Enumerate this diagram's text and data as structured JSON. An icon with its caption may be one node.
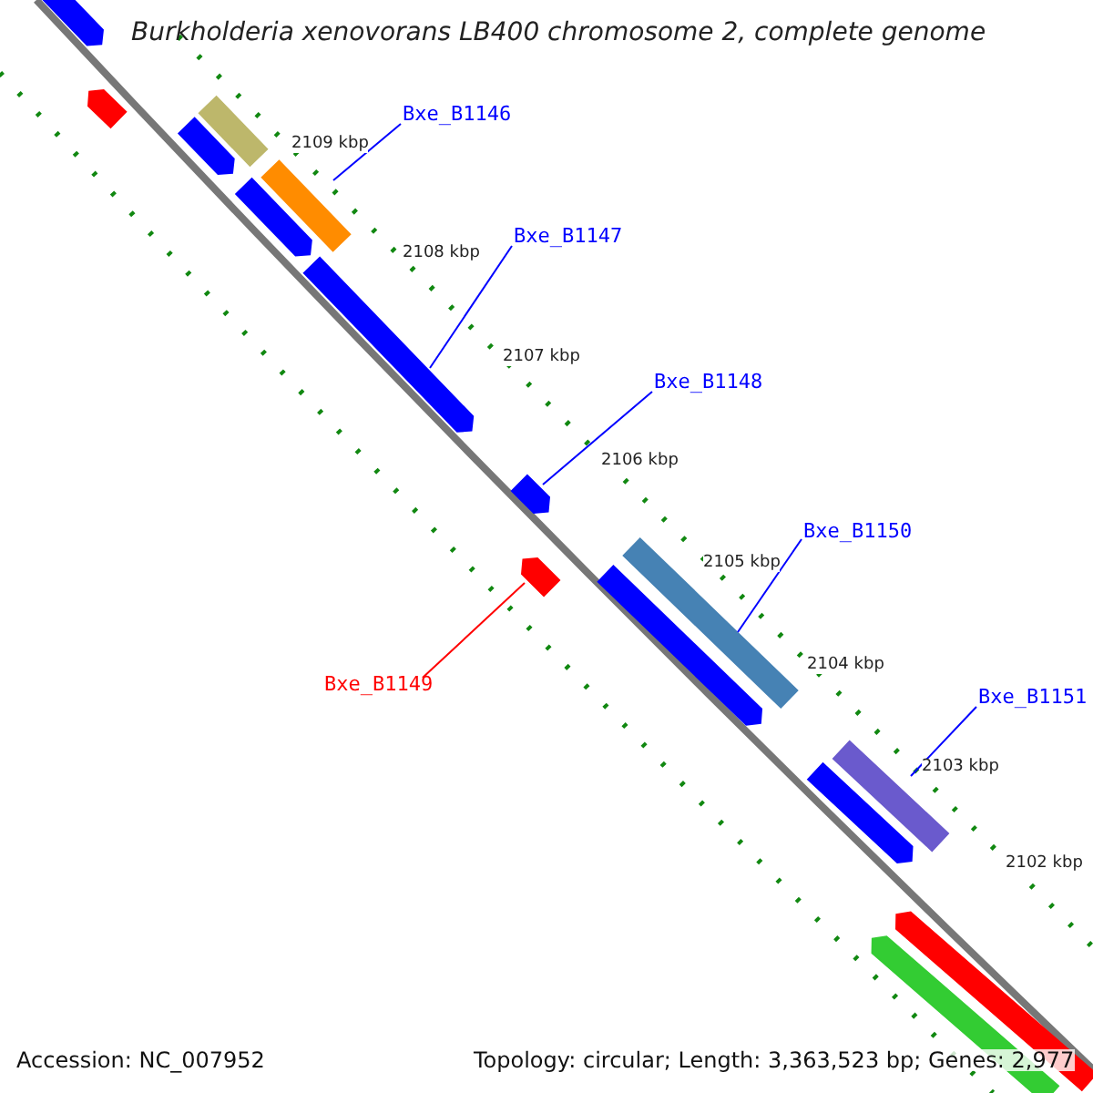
{
  "diagram": {
    "title": "Burkholderia xenovorans LB400 chromosome 2, complete genome",
    "nodes": [
      {
        "text": [
          "Bxe_B1146"
        ]
      },
      {
        "text": [],
        "shape": "bar"
      },
      {
        "text": [
          "Bxe_B1147"
        ]
      },
      {
        "text": [],
        "shape": "bar"
      },
      {
        "text": [
          "Bxe_B1148"
        ]
      },
      {
        "text": [],
        "shape": "bar"
      },
      {
        "text": [
          "Bxe_B1150"
        ]
      },
      {
        "text": [],
        "shape": "bar"
      },
      {
        "text": [
          "Bxe_B1149"
        ]
      },
      {
        "text": [],
        "shape": "bar"
      },
      {
        "text": [
          "Bxe_B1151"
        ]
      },
      {
        "text": [],
        "shape": "bar"
      },
      {
        "text": [],
        "shape": "bar"
      },
      {
        "text": [],
        "shape": "bar"
      },
      {
        "text": [],
        "shape": "bar"
      },
      {
        "text": [],
        "shape": "bar"
      },
      {
        "text": [],
        "shape": "bar"
      },
      {
        "text": [],
        "shape": "bar"
      },
      {
        "text": [],
        "shape": "bar"
      },
      {
        "text": [],
        "shape": "bar"
      },
      {
        "text": [],
        "shape": "bar"
      }
    ],
    "edges": [
      {
        "from": 0,
        "to": 1,
        "arrow": "none"
      },
      {
        "from": 2,
        "to": 3,
        "arrow": "none"
      },
      {
        "from": 4,
        "to": 5,
        "arrow": "none"
      },
      {
        "from": 6,
        "to": 7,
        "arrow": "none"
      },
      {
        "from": 8,
        "to": 9,
        "arrow": "none",
        "color": "#ff0000"
      },
      {
        "from": 10,
        "to": 11,
        "arrow": "none"
      }
    ],
    "labels": [
      "2109 kbp",
      "2108 kbp",
      "2107 kbp",
      "2106 kbp",
      "2105 kbp",
      "2104 kbp",
      "2103 kbp",
      "2102 kbp",
      "Accession: NC_007952",
      "Topology: circular; Length: 3,363,523 bp; Genes: 2,977"
    ]
  }
}
